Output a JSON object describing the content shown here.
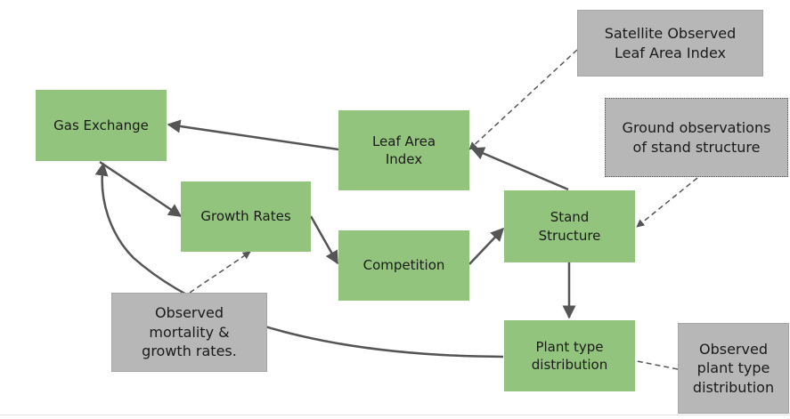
{
  "colors": {
    "model_box": "#93c47d",
    "observation_box": "#b7b7b7",
    "arrow": "#555555"
  },
  "model_nodes": {
    "gas_exchange": "Gas Exchange",
    "leaf_area_index": "Leaf Area\nIndex",
    "growth_rates": "Growth Rates",
    "competition": "Competition",
    "stand_structure": "Stand\nStructure",
    "plant_type_distribution": "Plant type\ndistribution"
  },
  "observation_nodes": {
    "satellite_lai": "Satellite Observed\nLeaf Area Index",
    "ground_stand_structure": "Ground observations\nof stand structure",
    "observed_mortality": "Observed\nmortality &\ngrowth rates.",
    "observed_plant_type": "Observed\nplant type\ndistribution"
  }
}
